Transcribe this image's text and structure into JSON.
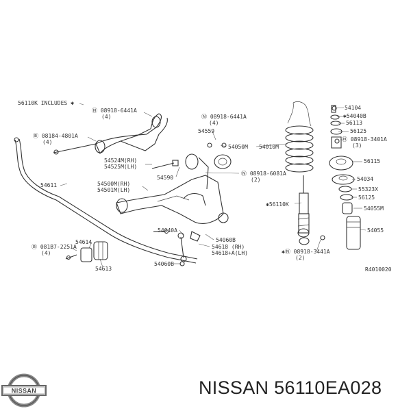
{
  "diagram": {
    "labels": [
      {
        "id": "includes",
        "text": "56110K INCLUDES ✱"
      },
      {
        "id": "bolt1",
        "text": "Ⓝ 08918-6441A"
      },
      {
        "id": "bolt1q",
        "text": "(4)"
      },
      {
        "id": "bolt2",
        "text": "Ⓑ 08184-4801A"
      },
      {
        "id": "bolt2q",
        "text": "(4)"
      },
      {
        "id": "arm_rh",
        "text": "54524M(RH)"
      },
      {
        "id": "arm_lh",
        "text": "54525M(LH)"
      },
      {
        "id": "p54611",
        "text": "54611"
      },
      {
        "id": "p54590",
        "text": "54590"
      },
      {
        "id": "lower_rh",
        "text": "54500M(RH)"
      },
      {
        "id": "lower_lh",
        "text": "54501M(LH)"
      },
      {
        "id": "bolt3",
        "text": "Ⓝ 08918-6441A"
      },
      {
        "id": "bolt3q",
        "text": "(4)"
      },
      {
        "id": "p54559",
        "text": "54559"
      },
      {
        "id": "p54050m",
        "text": "54050M"
      },
      {
        "id": "p54010m",
        "text": "54010M"
      },
      {
        "id": "bolt4",
        "text": "Ⓝ 08918-6081A"
      },
      {
        "id": "bolt4q",
        "text": "(2)"
      },
      {
        "id": "p56110k",
        "text": "✱56110K"
      },
      {
        "id": "p54040a",
        "text": "54040A"
      },
      {
        "id": "p54060b",
        "text": "54060B"
      },
      {
        "id": "p54618rh",
        "text": "54618  (RH)"
      },
      {
        "id": "p54618lh",
        "text": "54618+A(LH)"
      },
      {
        "id": "bolt5",
        "text": "Ⓑ 081B7-2251A"
      },
      {
        "id": "bolt5q",
        "text": "(4)"
      },
      {
        "id": "p54614",
        "text": "54614"
      },
      {
        "id": "p54613",
        "text": "54613"
      },
      {
        "id": "p54060b2",
        "text": "54060B"
      },
      {
        "id": "bolt6",
        "text": "✱Ⓝ 08918-3441A"
      },
      {
        "id": "bolt6q",
        "text": "(2)"
      },
      {
        "id": "p54104",
        "text": "54104"
      },
      {
        "id": "p54040b",
        "text": "✱54040B"
      },
      {
        "id": "p56113",
        "text": "56113"
      },
      {
        "id": "p56125a",
        "text": "56125"
      },
      {
        "id": "bolt7",
        "text": "Ⓝ 08918-3401A"
      },
      {
        "id": "bolt7q",
        "text": "(3)"
      },
      {
        "id": "p56115",
        "text": "56115"
      },
      {
        "id": "p54034",
        "text": "54034"
      },
      {
        "id": "p55323x",
        "text": "55323X"
      },
      {
        "id": "p56125b",
        "text": "56125"
      },
      {
        "id": "p54055m",
        "text": "54055M"
      },
      {
        "id": "p54055",
        "text": "54055"
      },
      {
        "id": "ref",
        "text": "R4010020"
      }
    ]
  },
  "brand": {
    "caption": "NISSAN 56110EA028",
    "logo_text": "NISSAN"
  }
}
